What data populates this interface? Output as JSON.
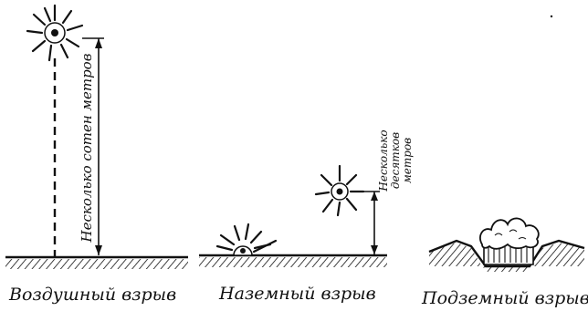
{
  "panels": [
    {
      "id": "air",
      "caption": "Воздушный взрыв",
      "height_label": [
        "Несколько сотен метров"
      ]
    },
    {
      "id": "ground",
      "caption": "Наземный взрыв",
      "height_label": [
        "Несколько",
        "десятков",
        "метров"
      ]
    },
    {
      "id": "underground",
      "caption": "Подземный взрыв"
    }
  ]
}
